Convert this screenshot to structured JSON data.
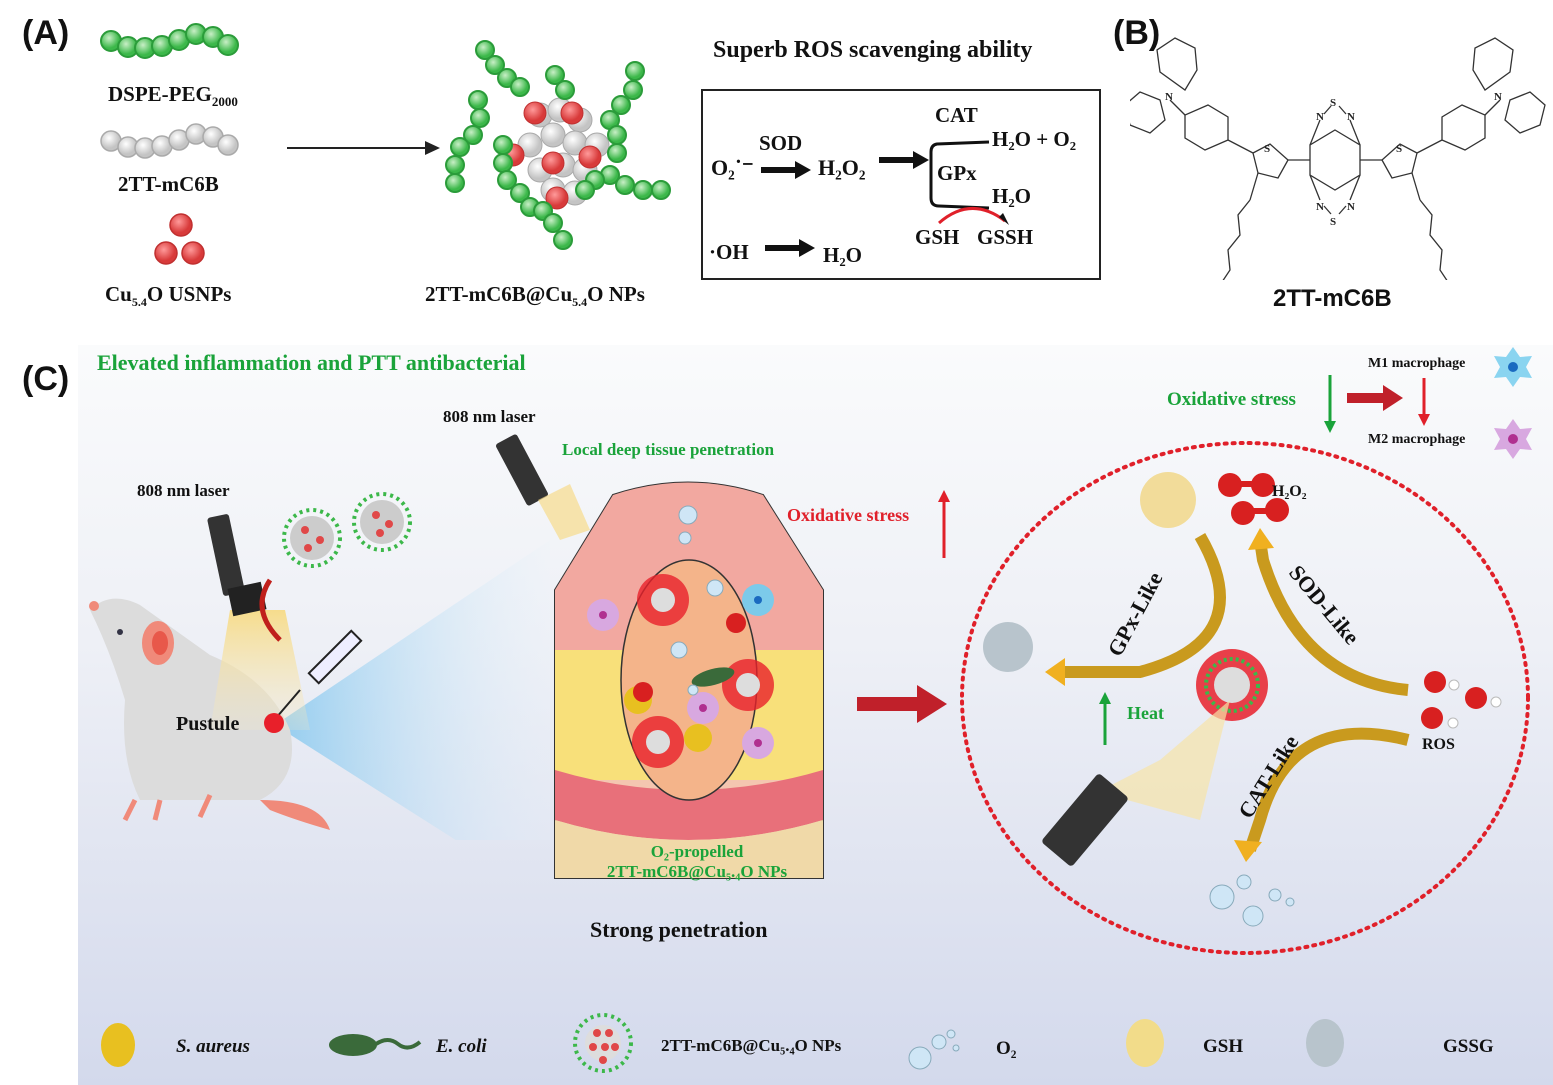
{
  "panel_a": {
    "label": "(A)",
    "components": [
      {
        "name": "DSPE-PEG",
        "sub": "2000",
        "color": "#3cb84a"
      },
      {
        "name": "2TT-mC6B",
        "sub": "",
        "color": "#d9d9d9"
      },
      {
        "name": "Cu",
        "sub": "5.4",
        "suffix": "O USNPs",
        "color": "#e04848"
      }
    ],
    "product": {
      "prefix": "2TT-mC6B@Cu",
      "sub": "5.4",
      "suffix": "O NPs"
    },
    "ros_title": "Superb ROS scavenging ability",
    "reactions": {
      "superoxide": "O₂˙⁻",
      "sod": "SOD",
      "h2o2": "H₂O₂",
      "cat": "CAT",
      "cat_product": "H₂O + O₂",
      "gpx": "GPx",
      "gpx_product": "H₂O",
      "gsh": "GSH",
      "gssh": "GSSH",
      "hydroxyl": "·OH",
      "hydroxyl_product": "H₂O"
    }
  },
  "panel_b": {
    "label": "(B)",
    "compound_name": "2TT-mC6B",
    "atoms": {
      "n": "N",
      "s": "S"
    }
  },
  "panel_c": {
    "label": "(C)",
    "headline": "Elevated inflammation and PTT antibacterial",
    "laser_left": "808 nm laser",
    "laser_mid": "808 nm laser",
    "pustule": "Pustule",
    "tissue_penetration": "Local deep tissue penetration",
    "oxidative_stress_up": "Oxidative stress",
    "o2_propelled_line1": "O₂-propelled",
    "o2_propelled_line2": "2TT-mC6B@Cu₅.₄O NPs",
    "strong_penetration": "Strong penetration",
    "oxidative_stress_down": "Oxidative stress",
    "m1": "M1 macrophage",
    "m2": "M2 macrophage",
    "h2o2": "H₂O₂",
    "ros": "ROS",
    "heat": "Heat",
    "enzymes": {
      "gpx": "GPx-Like",
      "sod": "SOD-Like",
      "cat": "CAT-Like"
    },
    "colors": {
      "green_text": "#1aa33a",
      "red_text": "#e0202a",
      "dotted_circle": "#e0202a",
      "arc": "#c99a1e"
    }
  },
  "legend": [
    {
      "icon": "s-aureus-icon",
      "label": "S. aureus",
      "italic": true
    },
    {
      "icon": "e-coli-icon",
      "label": "E. coli",
      "italic": true
    },
    {
      "icon": "nanoparticle-icon",
      "label": "2TT-mC6B@Cu₅.₄O NPs",
      "italic": false
    },
    {
      "icon": "o2-bubbles-icon",
      "label": "O₂",
      "italic": false
    },
    {
      "icon": "gsh-icon",
      "label": "GSH",
      "italic": false
    },
    {
      "icon": "gssg-icon",
      "label": "GSSG",
      "italic": false
    }
  ]
}
